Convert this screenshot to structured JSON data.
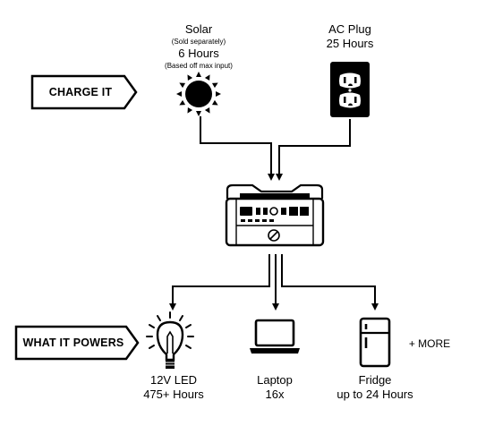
{
  "charge": {
    "label": "CHARGE IT",
    "sources": [
      {
        "icon": "sun-icon",
        "title": "Solar",
        "note": "(Sold separately)",
        "value": "6 Hours",
        "note2": "(Based off max input)"
      },
      {
        "icon": "outlet-icon",
        "title": "AC Plug",
        "value": "25 Hours"
      }
    ]
  },
  "device": {
    "icon": "power-station-icon"
  },
  "powers": {
    "label": "WHAT IT POWERS",
    "items": [
      {
        "icon": "light-bulb-icon",
        "line1": "12V LED",
        "line2": "475+ Hours"
      },
      {
        "icon": "laptop-icon",
        "line1": "Laptop",
        "line2": "16x"
      },
      {
        "icon": "fridge-icon",
        "line1": "Fridge",
        "line2": "up to 24 Hours"
      }
    ],
    "more": "+ MORE"
  },
  "colors": {
    "ink": "#000000",
    "paper": "#ffffff"
  }
}
